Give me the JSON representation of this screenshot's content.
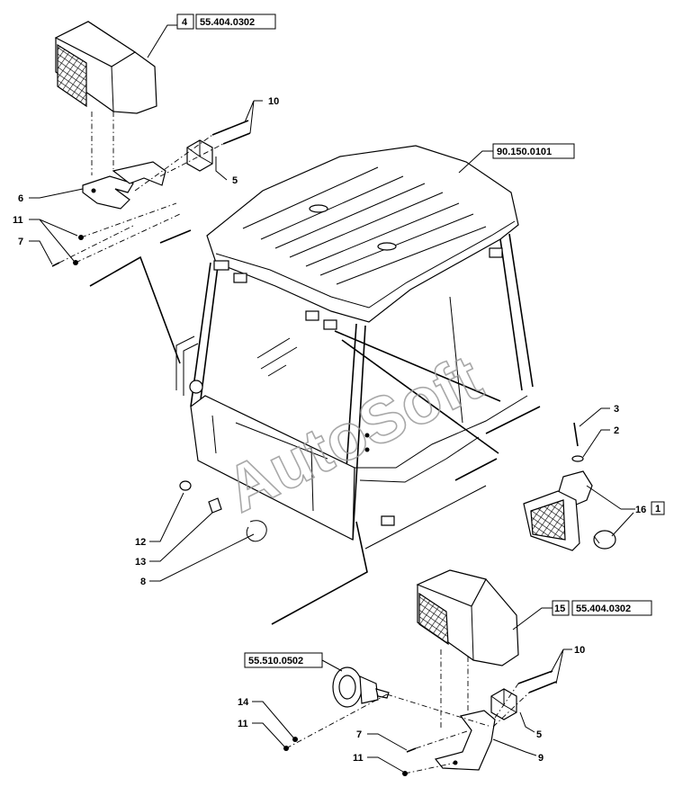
{
  "watermark": "AutoSoft",
  "labels": {
    "l10a": "10",
    "l5a": "5",
    "l6": "6",
    "l11a": "11",
    "l7a": "7",
    "l3": "3",
    "l2": "2",
    "l16": "16",
    "l12": "12",
    "l13": "13",
    "l8": "8",
    "l10b": "10",
    "l14": "14",
    "l11b": "11",
    "l7b": "7",
    "l11c": "11",
    "l5b": "5",
    "l9": "9"
  },
  "refs": {
    "r4_num": "4",
    "r4_code": "55.404.0302",
    "cab_code": "90.150.0101",
    "r16_box": "1",
    "r15_num": "15",
    "r15_code": "55.404.0302",
    "horn_code": "55.510.0502"
  }
}
